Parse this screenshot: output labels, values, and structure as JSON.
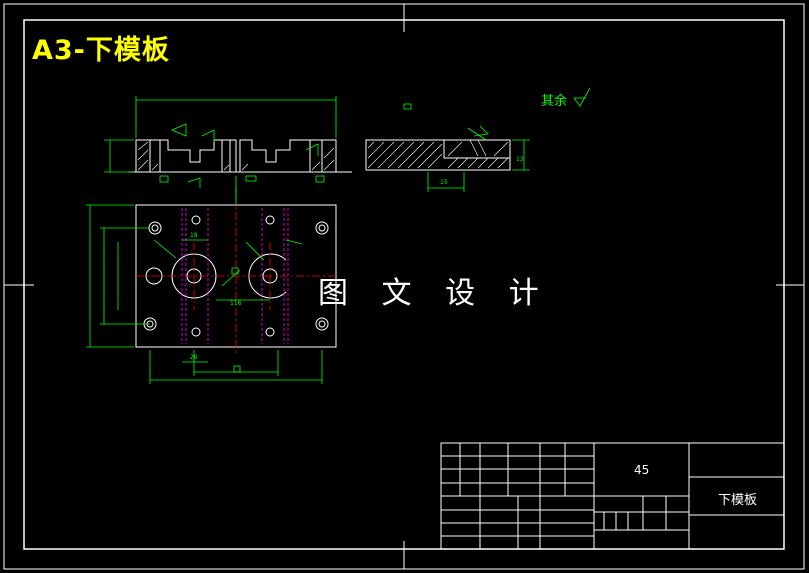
{
  "drawing": {
    "title": "A3-下模板",
    "watermark": "图 文 设 计",
    "roughness_note": "其余",
    "material": "45",
    "part_name": "下模板"
  },
  "dimensions": {
    "d18": "18",
    "d116": "116",
    "d26": "26",
    "d15": "15",
    "d13": "13"
  },
  "colors": {
    "background": "#000000",
    "frame": "#ffffff",
    "dimension": "#00ff00",
    "centerline": "#ff0000",
    "hidden": "#ff00ff",
    "title_text": "#ffff00"
  }
}
